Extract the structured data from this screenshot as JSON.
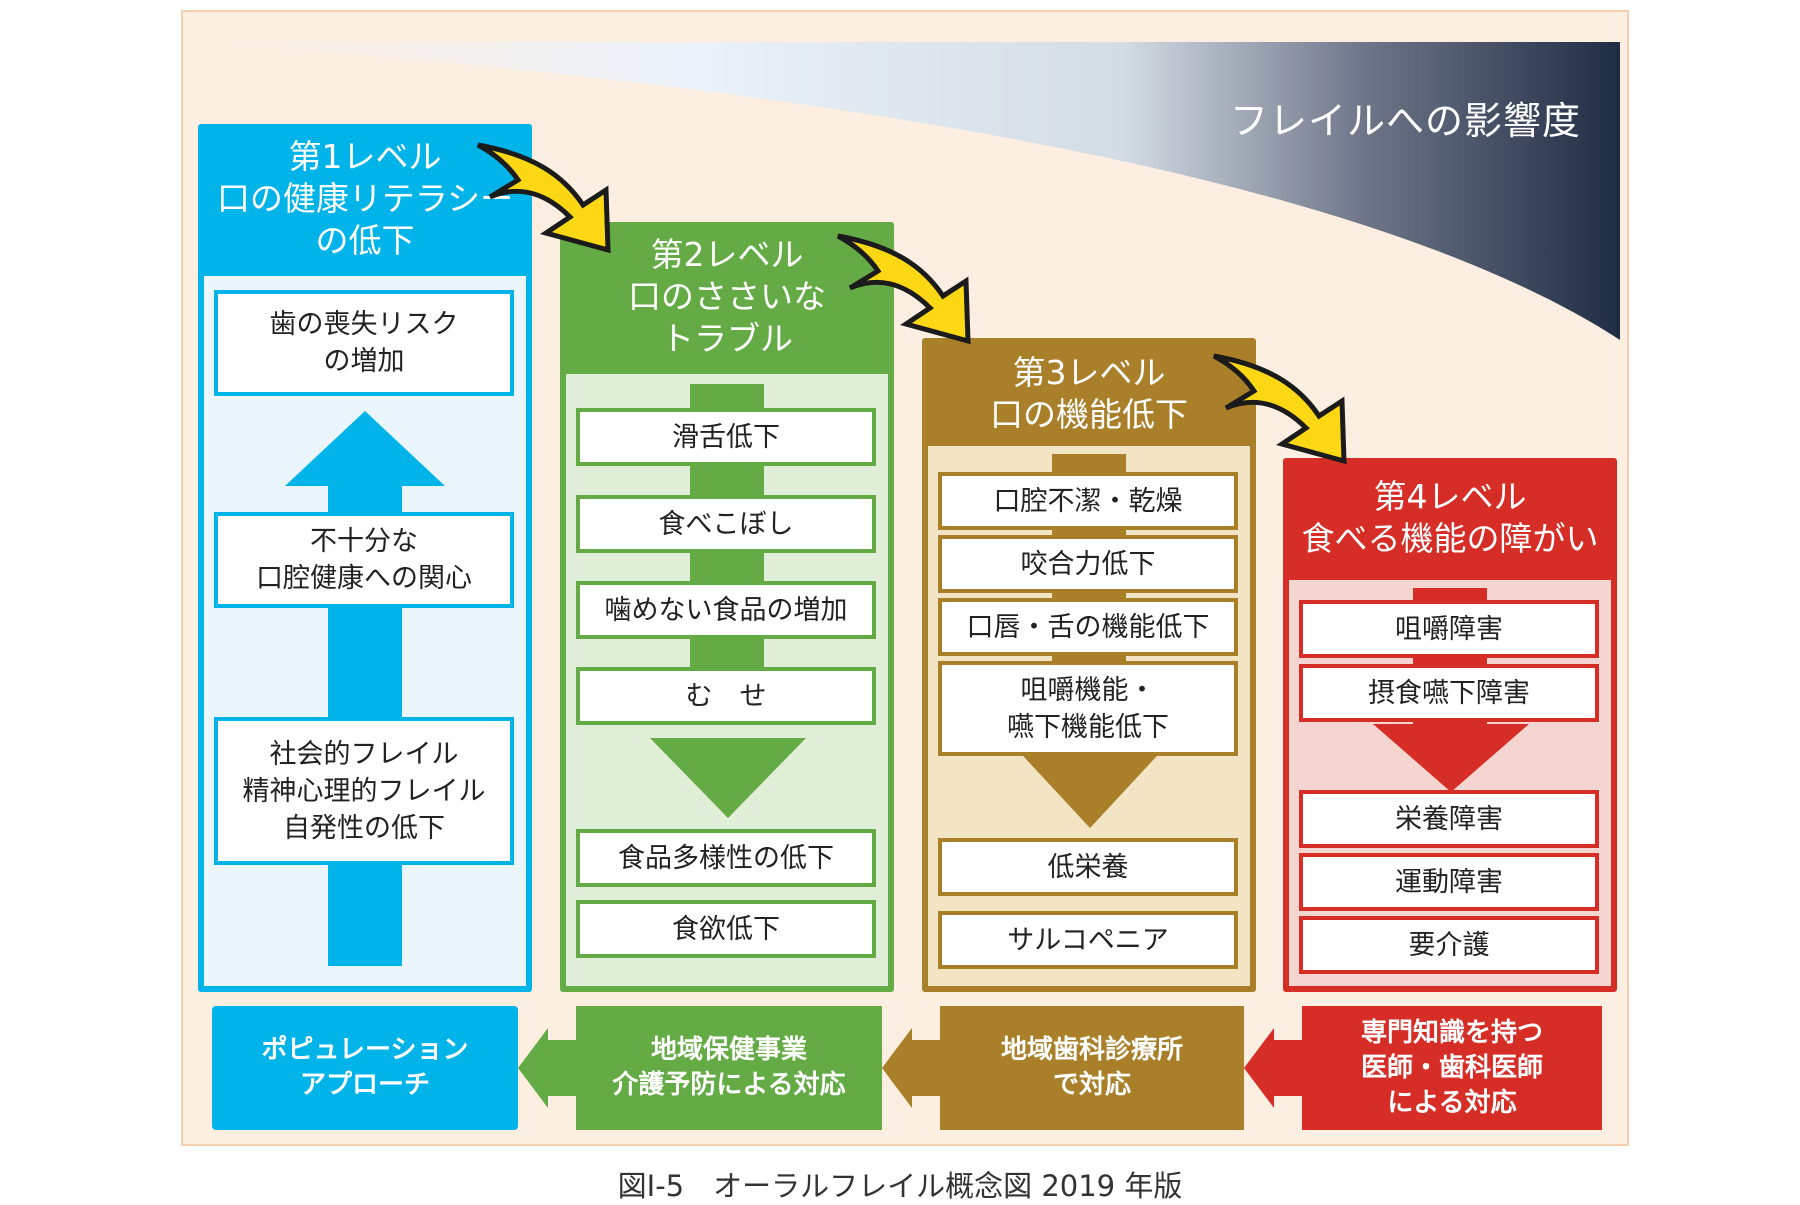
{
  "impact_label": "フレイルへの影響度",
  "colors": {
    "level1": "#00b4ea",
    "level2": "#65ab45",
    "level3": "#a97f2a",
    "level4": "#d62d27",
    "level1_light": "#eaf6fc",
    "level2_light": "#e0eed8",
    "level3_light": "#f3e4c4",
    "level4_light": "#f5d5d0",
    "connector_arrow": "#fcd713",
    "impact_dark": "#1f2d44",
    "background": "#fdeee2"
  },
  "levels": [
    {
      "title": "第1レベル\n口の健康リテラシー\nの低下",
      "title_lines": [
        "第1レベル",
        "口の健康リテラシー",
        "の低下"
      ],
      "flow_direction": "up",
      "items": [
        "歯の喪失リスク\nの増加",
        "不十分な\n口腔健康への関心",
        "社会的フレイル\n精神心理的フレイル\n自発性の低下"
      ]
    },
    {
      "title_lines": [
        "第2レベル",
        "口のささいな",
        "トラブル"
      ],
      "flow_direction": "down",
      "items": [
        "滑舌低下",
        "食べこぼし",
        "噛めない食品の増加",
        "む　せ",
        "食品多様性の低下",
        "食欲低下"
      ]
    },
    {
      "title_lines": [
        "第3レベル",
        "口の機能低下"
      ],
      "flow_direction": "down",
      "items": [
        "口腔不潔・乾燥",
        "咬合力低下",
        "口唇・舌の機能低下",
        "咀嚼機能・\n嚥下機能低下",
        "低栄養",
        "サルコペニア"
      ]
    },
    {
      "title_lines": [
        "第4レベル",
        "食べる機能の障がい"
      ],
      "flow_direction": "down",
      "items": [
        "咀嚼障害",
        "摂食嚥下障害",
        "栄養障害",
        "運動障害",
        "要介護"
      ]
    }
  ],
  "approaches": [
    "ポピュレーション\nアプローチ",
    "地域保健事業\n介護予防による対応",
    "地域歯科診療所\nで対応",
    "専門知識を持つ\n医師・歯科医師\nによる対応"
  ],
  "caption": "図Ⅰ-5　オーラルフレイル概念図 2019 年版"
}
